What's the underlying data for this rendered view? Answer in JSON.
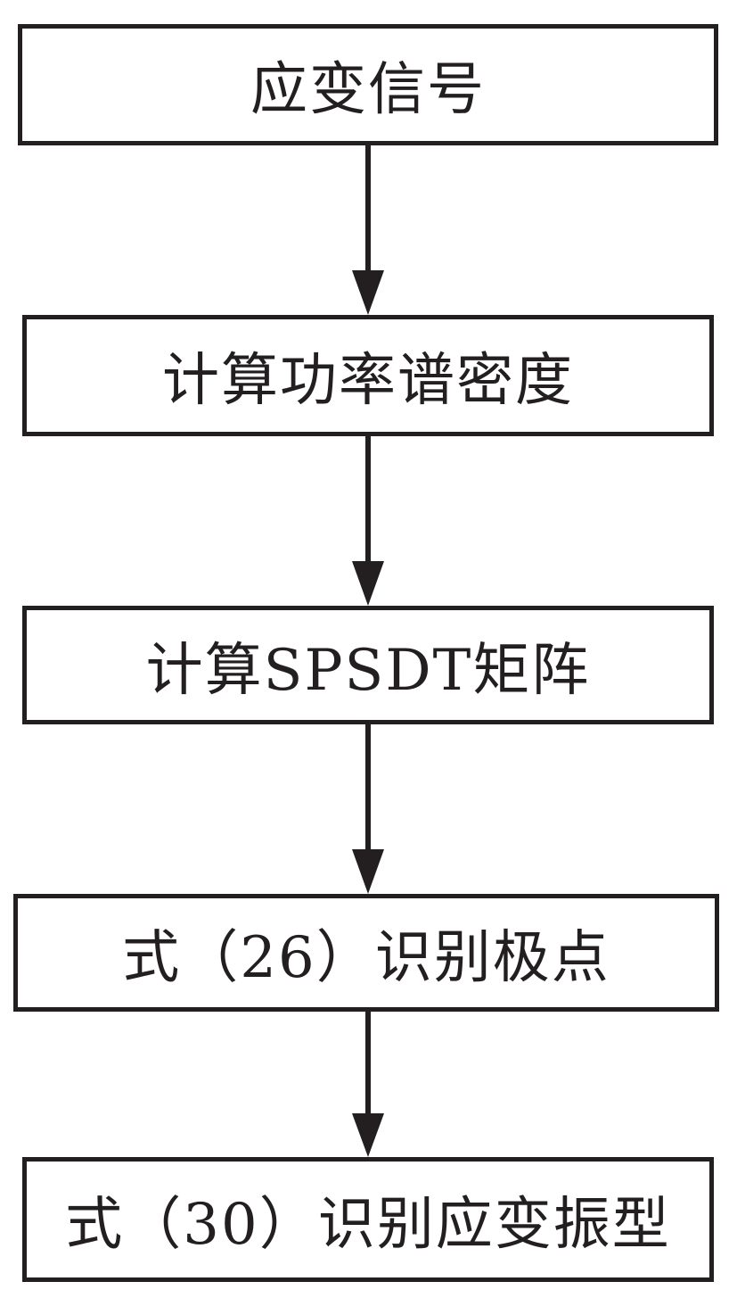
{
  "flowchart": {
    "steps": [
      {
        "label": "应变信号"
      },
      {
        "label": "计算功率谱密度"
      },
      {
        "label": "计算SPSDT矩阵"
      },
      {
        "label": "式（26）识别极点"
      },
      {
        "label": "式（30）识别应变振型"
      }
    ],
    "colors": {
      "stroke": "#231f20",
      "text": "#231f20",
      "background": "#ffffff"
    }
  }
}
